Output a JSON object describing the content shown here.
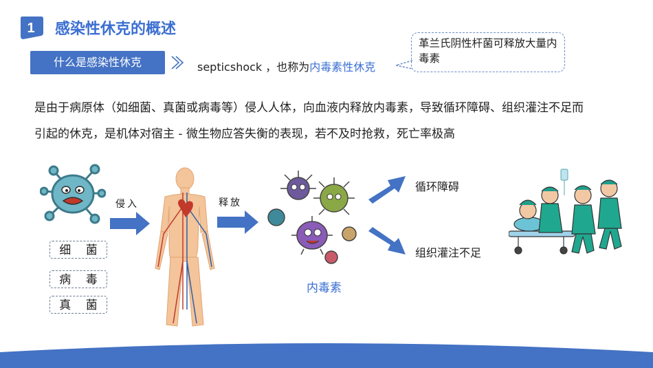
{
  "header": {
    "number": "1",
    "title": "感染性休克的概述"
  },
  "question": {
    "label": "什么是感染性休克",
    "answer_prefix": "septicshock ，也称为",
    "answer_highlight": "内毒素性休克"
  },
  "callout": {
    "text": "革兰氏阴性杆菌可释放大量内毒素"
  },
  "description": "是由于病原体（如细菌、真菌或病毒等）侵人人体，向血液内释放内毒素，导致循环障碍、组织灌注不足而引起的休克，是机体对宿主 - 微生物应答失衡的表现，若不及时抢救，死亡率极高",
  "diagram": {
    "pathogens": [
      "细 菌",
      "病 毒",
      "真 菌"
    ],
    "step1": "侵入",
    "step2": "释放",
    "toxin": "内毒素",
    "outcomes": [
      "循环障碍",
      "组织灌注不足"
    ]
  },
  "colors": {
    "accent": "#4472c4",
    "highlight": "#3b6fd1"
  }
}
